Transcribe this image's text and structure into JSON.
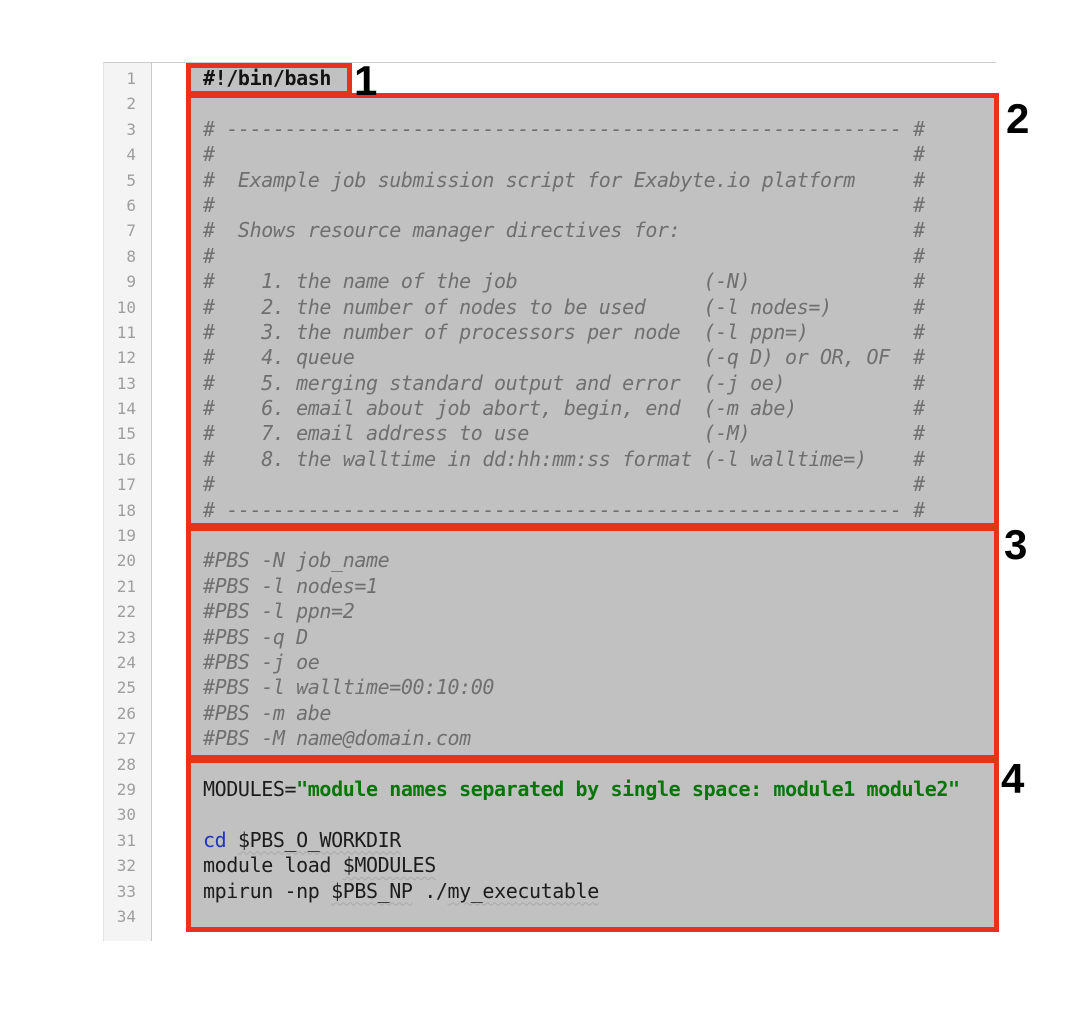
{
  "annotations": {
    "box_color": "#e8321e",
    "highlight_color": "#c1c1c1",
    "labels": [
      {
        "text": "1"
      },
      {
        "text": "2"
      },
      {
        "text": "3"
      },
      {
        "text": "4"
      }
    ]
  },
  "syntax_colors": {
    "comment": "#6f6f6f",
    "plain": "#1c1c1c",
    "keyword": "#2134bc",
    "string": "#077507",
    "shebang": "#131313",
    "line_number": "#9e9e9e"
  },
  "editor": {
    "line_count": 34,
    "lines": [
      {
        "n": "1",
        "segments": [
          {
            "t": "#!/bin/bash",
            "s": "shebang"
          }
        ]
      },
      {
        "n": "2",
        "segments": []
      },
      {
        "n": "3",
        "segments": [
          {
            "t": "# ---------------------------------------------------------- #",
            "s": "comment"
          }
        ]
      },
      {
        "n": "4",
        "segments": [
          {
            "t": "#                                                            #",
            "s": "comment"
          }
        ]
      },
      {
        "n": "5",
        "segments": [
          {
            "t": "#  Example job submission script for Exabyte.io platform     #",
            "s": "comment"
          }
        ]
      },
      {
        "n": "6",
        "segments": [
          {
            "t": "#                                                            #",
            "s": "comment"
          }
        ]
      },
      {
        "n": "7",
        "segments": [
          {
            "t": "#  Shows resource manager directives for:                    #",
            "s": "comment"
          }
        ]
      },
      {
        "n": "8",
        "segments": [
          {
            "t": "#                                                            #",
            "s": "comment"
          }
        ]
      },
      {
        "n": "9",
        "segments": [
          {
            "t": "#    1. the name of the job                (-N)              #",
            "s": "comment"
          }
        ]
      },
      {
        "n": "10",
        "segments": [
          {
            "t": "#    2. the number of nodes to be used     (-l nodes=)       #",
            "s": "comment"
          }
        ]
      },
      {
        "n": "11",
        "segments": [
          {
            "t": "#    3. the number of processors per node  (-l ppn=)         #",
            "s": "comment"
          }
        ]
      },
      {
        "n": "12",
        "segments": [
          {
            "t": "#    4. queue                              (-q D) or OR, OF  #",
            "s": "comment"
          }
        ]
      },
      {
        "n": "13",
        "segments": [
          {
            "t": "#    5. merging standard output and error  (-j oe)           #",
            "s": "comment"
          }
        ]
      },
      {
        "n": "14",
        "segments": [
          {
            "t": "#    6. email about job abort, begin, end  (-m abe)          #",
            "s": "comment"
          }
        ]
      },
      {
        "n": "15",
        "segments": [
          {
            "t": "#    7. email address to use               (-M)              #",
            "s": "comment"
          }
        ]
      },
      {
        "n": "16",
        "segments": [
          {
            "t": "#    8. the walltime in dd:hh:mm:ss format (-l walltime=)    #",
            "s": "comment"
          }
        ]
      },
      {
        "n": "17",
        "segments": [
          {
            "t": "#                                                            #",
            "s": "comment"
          }
        ]
      },
      {
        "n": "18",
        "segments": [
          {
            "t": "# ---------------------------------------------------------- #",
            "s": "comment"
          }
        ]
      },
      {
        "n": "19",
        "segments": []
      },
      {
        "n": "20",
        "segments": [
          {
            "t": "#PBS -N job_name",
            "s": "comment"
          }
        ]
      },
      {
        "n": "21",
        "segments": [
          {
            "t": "#PBS -l nodes=1",
            "s": "comment"
          }
        ]
      },
      {
        "n": "22",
        "segments": [
          {
            "t": "#PBS -l ppn=2",
            "s": "comment"
          }
        ]
      },
      {
        "n": "23",
        "segments": [
          {
            "t": "#PBS -q D",
            "s": "comment"
          }
        ]
      },
      {
        "n": "24",
        "segments": [
          {
            "t": "#PBS -j oe",
            "s": "comment"
          }
        ]
      },
      {
        "n": "25",
        "segments": [
          {
            "t": "#PBS -l walltime=00:10:00",
            "s": "comment"
          }
        ]
      },
      {
        "n": "26",
        "segments": [
          {
            "t": "#PBS -m abe",
            "s": "comment"
          }
        ]
      },
      {
        "n": "27",
        "segments": [
          {
            "t": "#PBS -M name@domain.com",
            "s": "comment"
          }
        ]
      },
      {
        "n": "28",
        "segments": []
      },
      {
        "n": "29",
        "segments": [
          {
            "t": "MODULES=",
            "s": "plain"
          },
          {
            "t": "\"module names separated by single space: module1 module2\"",
            "s": "string"
          }
        ]
      },
      {
        "n": "30",
        "segments": []
      },
      {
        "n": "31",
        "segments": [
          {
            "t": "cd",
            "s": "keyword"
          },
          {
            "t": " ",
            "s": "plain"
          },
          {
            "t": "$PBS_O_WORKDIR",
            "s": "warn"
          }
        ]
      },
      {
        "n": "32",
        "segments": [
          {
            "t": "module load ",
            "s": "plain"
          },
          {
            "t": "$MODULES",
            "s": "warn"
          }
        ]
      },
      {
        "n": "33",
        "segments": [
          {
            "t": "mpirun -np ",
            "s": "plain"
          },
          {
            "t": "$PBS_NP",
            "s": "warn"
          },
          {
            "t": " ./",
            "s": "plain"
          },
          {
            "t": "my_executable",
            "s": "warn"
          }
        ]
      },
      {
        "n": "34",
        "segments": []
      }
    ]
  }
}
